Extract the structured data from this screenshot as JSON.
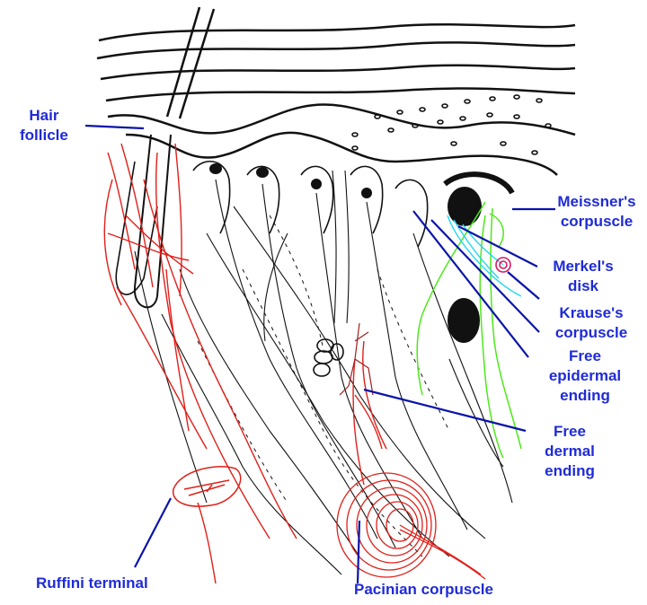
{
  "colors": {
    "label": "#1f2bd6",
    "leader": "#0a14a8",
    "tissue": "#111111",
    "nerve_red": "#e0201a",
    "nerve_green": "#4ee81a",
    "nerve_cyan": "#22d8f0",
    "nerve_magenta": "#d41860"
  },
  "labels": {
    "hair_follicle": [
      "Hair",
      "follicle"
    ],
    "meissner": [
      "Meissner's",
      "corpuscle"
    ],
    "merkel": [
      "Merkel's",
      "disk"
    ],
    "krause": [
      "Krause's",
      "corpuscle"
    ],
    "free_epidermal": [
      "Free",
      "epidermal",
      "ending"
    ],
    "free_dermal": [
      "Free",
      "dermal",
      "ending"
    ],
    "ruffini": [
      "Ruffini terminal"
    ],
    "pacinian": [
      "Pacinian corpuscle"
    ]
  }
}
